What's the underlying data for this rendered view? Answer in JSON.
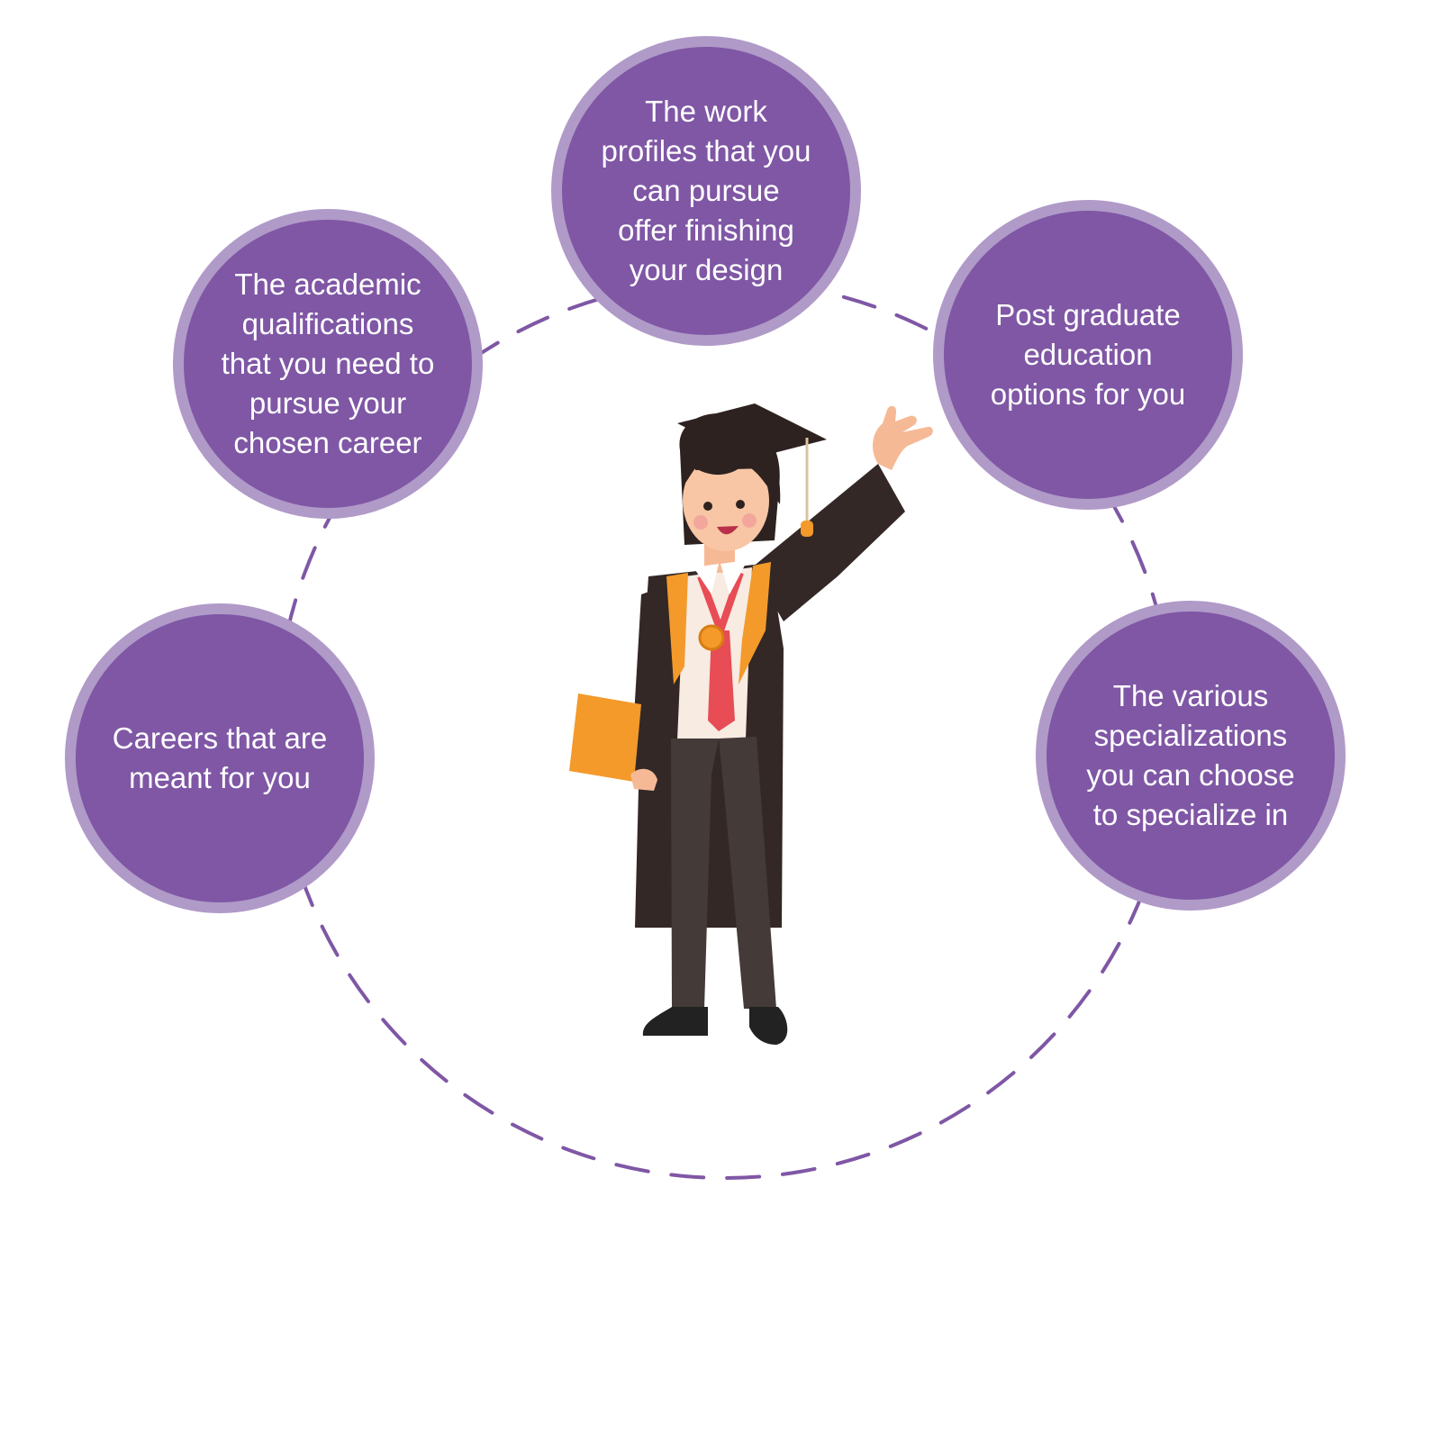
{
  "diagram": {
    "nodes": [
      {
        "id": "top",
        "text": "The work\nprofiles that you\ncan pursue\noffer finishing\nyour design"
      },
      {
        "id": "left",
        "text": "The academic\nqualifications\nthat you need to\npursue your\nchosen career"
      },
      {
        "id": "right",
        "text": "Post graduate\neducation\noptions for you"
      },
      {
        "id": "bleft",
        "text": "Careers that are\nmeant for you"
      },
      {
        "id": "bright",
        "text": "The various\nspecializations\nyou can choose\nto specialize in"
      }
    ],
    "colors": {
      "bubble_fill": "#7f57a5",
      "bubble_ring": "#b09ac8",
      "dash_line": "#7f57a5",
      "gown": "#332826",
      "stole": "#f39a2b",
      "book": "#f39a2b",
      "tie": "#e84c55"
    },
    "illustration": "graduate-character"
  }
}
